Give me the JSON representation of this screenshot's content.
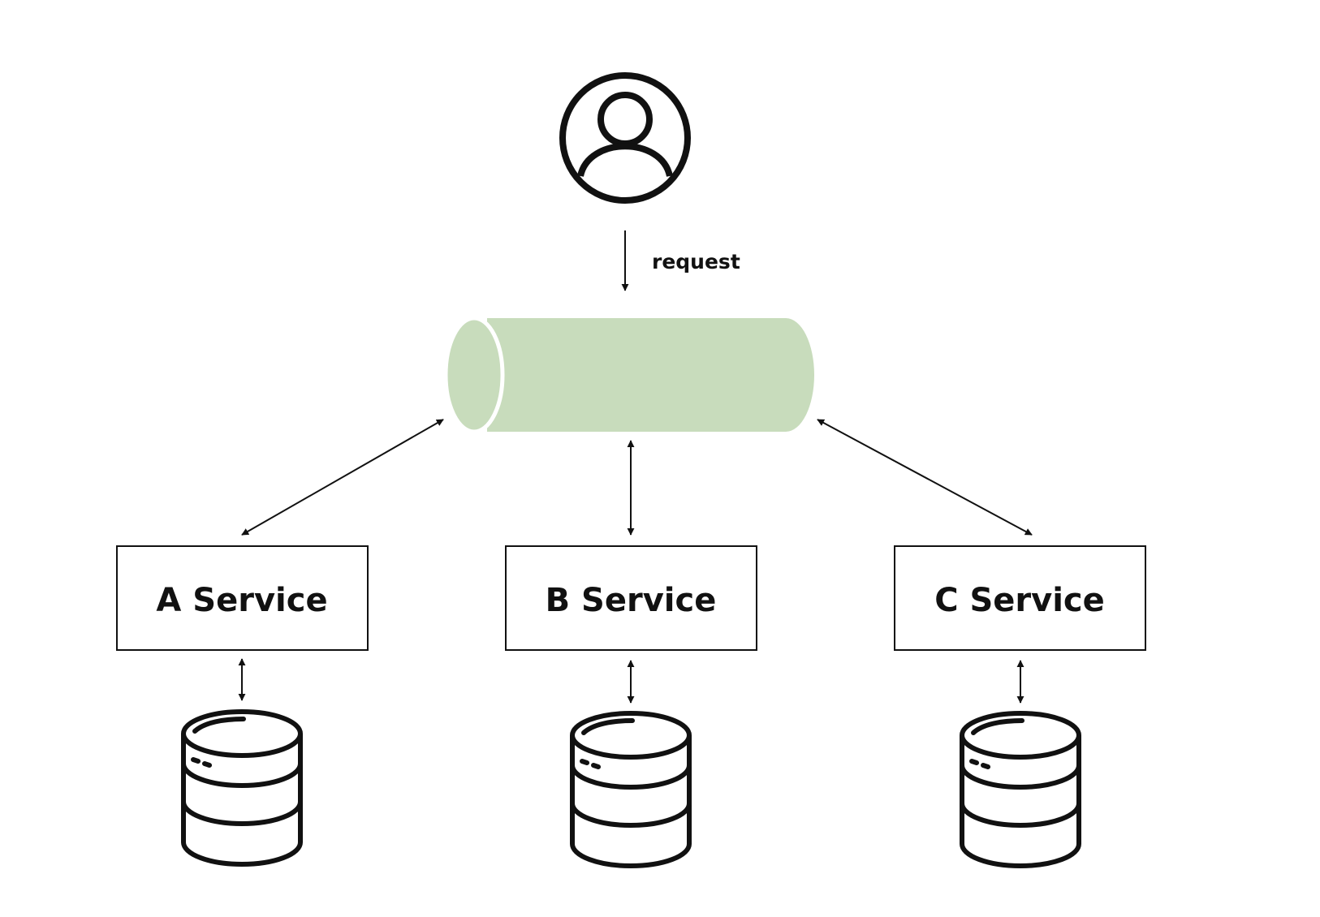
{
  "colors": {
    "stroke": "#111111",
    "queue_fill": "#c8dcbc",
    "background": "#ffffff"
  },
  "user": {
    "icon": "user-circle-icon"
  },
  "request_edge": {
    "label": "request"
  },
  "queue": {
    "icon": "message-queue-cylinder"
  },
  "services": [
    {
      "label": "A Service",
      "db_icon": "database-icon"
    },
    {
      "label": "B Service",
      "db_icon": "database-icon"
    },
    {
      "label": "C Service",
      "db_icon": "database-icon"
    }
  ]
}
